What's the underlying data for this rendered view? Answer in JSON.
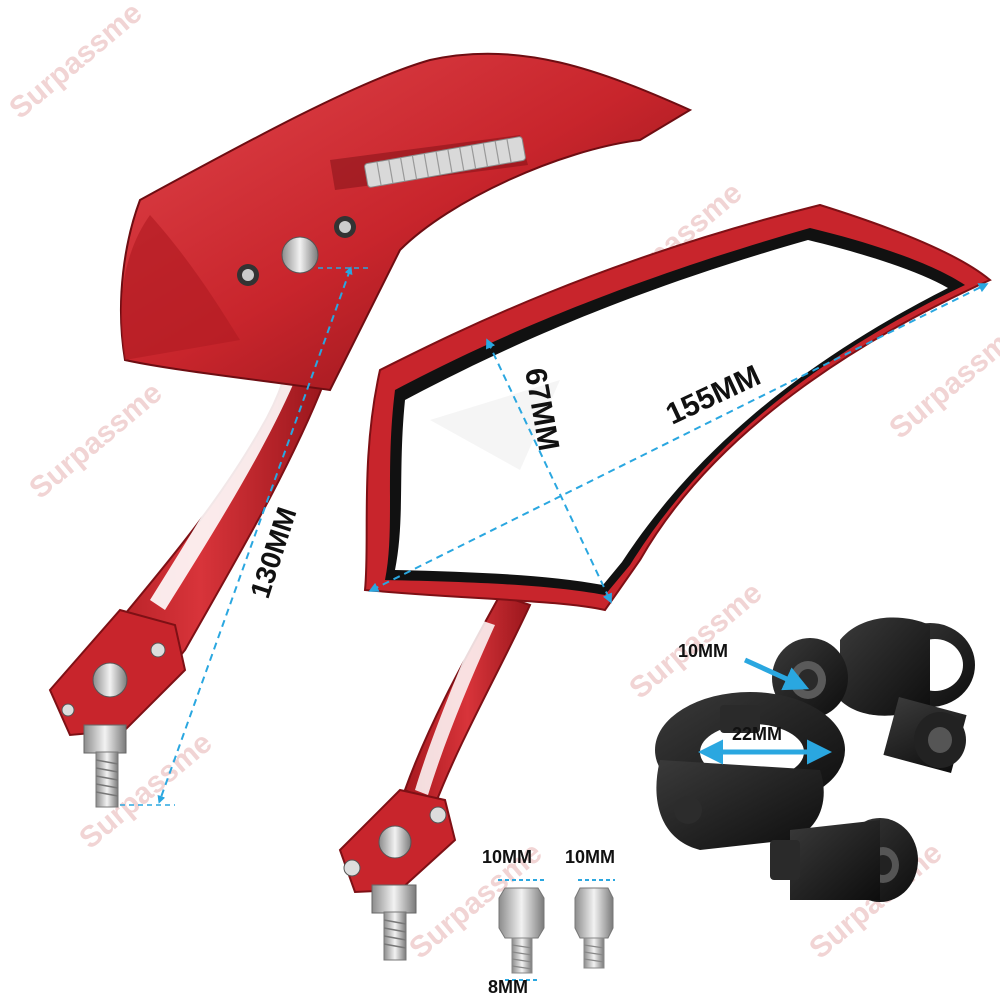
{
  "watermark": "Surpassme",
  "dimensions": {
    "arm_length": "130MM",
    "mirror_height": "67MM",
    "mirror_width": "155MM",
    "clamp_thread": "10MM",
    "clamp_bore": "22MM",
    "adapter_left_top": "10MM",
    "adapter_right_top": "10MM",
    "adapter_bottom": "8MM"
  },
  "colors": {
    "mirror_red": "#c8252c",
    "mirror_dark_red": "#8e1418",
    "dimension_line": "#2aa7e0",
    "clamp_black": "#1b1b1b",
    "text": "#111111"
  }
}
